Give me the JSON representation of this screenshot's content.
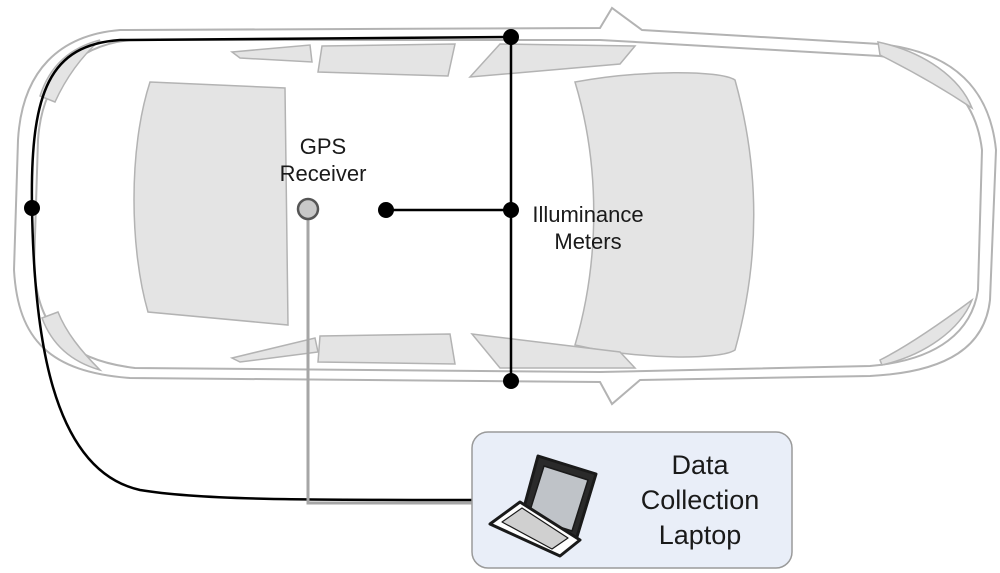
{
  "labels": {
    "gps_line1": "GPS",
    "gps_line2": "Receiver",
    "meters_line1": "Illuminance",
    "meters_line2": "Meters",
    "laptop_line1": "Data",
    "laptop_line2": "Collection",
    "laptop_line3": "Laptop"
  },
  "colors": {
    "car_outline": "#b3b3b3",
    "glass_fill": "#e4e4e4",
    "wire_black": "#000000",
    "wire_gps": "#a6a6a6",
    "laptop_box_fill": "#e9eef8",
    "laptop_box_stroke": "#9a9a9a"
  }
}
